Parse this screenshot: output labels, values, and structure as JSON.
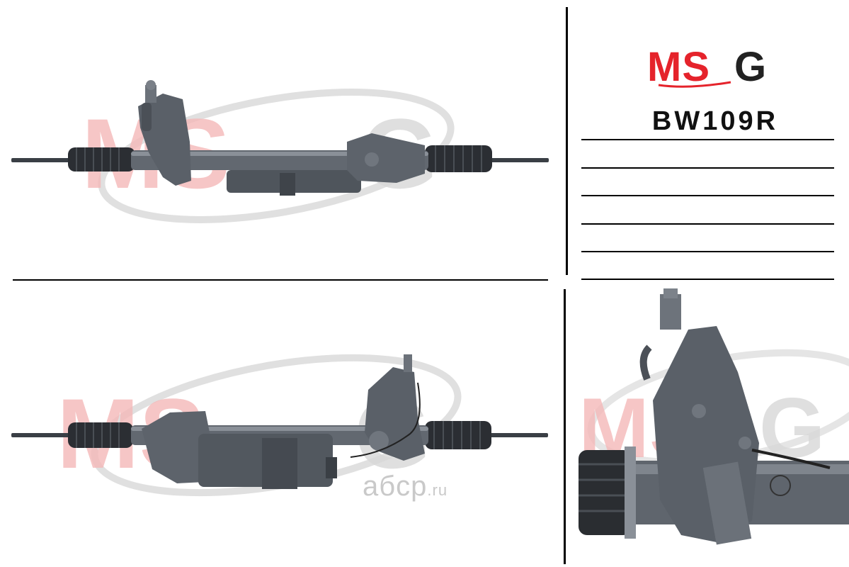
{
  "brand": {
    "logo_text_left": "MS",
    "logo_text_right": "G",
    "logo_color_red": "#e5232b",
    "logo_color_dark": "#222222"
  },
  "product": {
    "code": "BW109R"
  },
  "watermark": {
    "text": "MSG",
    "color": "#f2a9a9"
  },
  "footer_watermark": {
    "text_main": "aбcp",
    "text_suffix": ".ru"
  },
  "blank_lines_count_label": "",
  "images": [
    {
      "name": "steering-rack-top-view",
      "icon": "steering-rack-image"
    },
    {
      "name": "steering-rack-bottom-view",
      "icon": "steering-rack-image"
    },
    {
      "name": "steering-rack-closeup",
      "icon": "steering-valve-closeup-image"
    }
  ]
}
